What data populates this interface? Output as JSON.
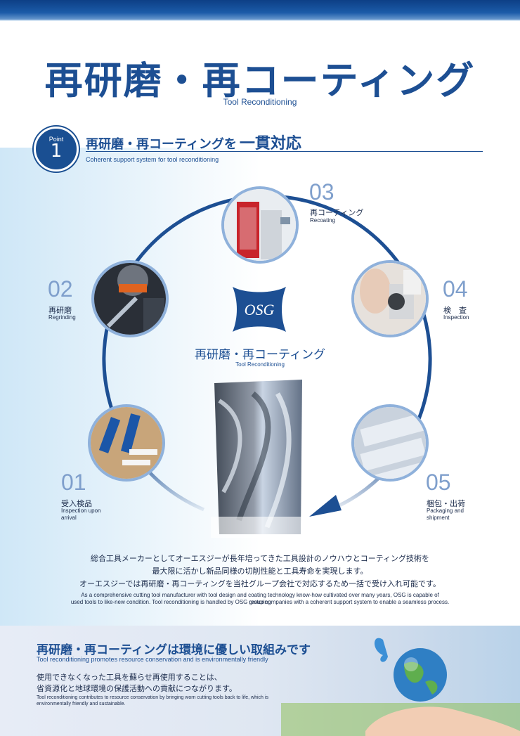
{
  "header": {
    "title": "再研磨・再コーティング",
    "subtitle": "Tool Reconditioning"
  },
  "point": {
    "label": "Point",
    "number": "1",
    "heading_prefix": "再研磨・再コーティングを",
    "heading_emphasis": "一貫対応",
    "subheading": "Coherent support system for tool reconditioning"
  },
  "cycle": {
    "center_logo": "OSG",
    "center_title": "再研磨・再コーティング",
    "center_subtitle": "Tool Reconditioning",
    "steps": [
      {
        "num": "01",
        "label": "受入検品",
        "label_en": "Inspection upon arrival"
      },
      {
        "num": "02",
        "label": "再研磨",
        "label_en": "Regrinding"
      },
      {
        "num": "03",
        "label": "再コーティング",
        "label_en": "Recoating"
      },
      {
        "num": "04",
        "label": "検　査",
        "label_en": "Inspection"
      },
      {
        "num": "05",
        "label": "梱包・出荷",
        "label_en": "Packaging and shipment"
      }
    ]
  },
  "description": {
    "jp_lines": [
      "総合工具メーカーとしてオーエスジーが長年培ってきた工具設計のノウハウとコーティング技術を",
      "最大限に活かし新品同様の切削性能と工具寿命を実現します。",
      "オーエスジーでは再研磨・再コーティングを当社グループ会社で対応するため一括で受け入れ可能です。"
    ],
    "en_lines": [
      "As a comprehensive cutting tool manufacturer with tool design and coating technology know-how cultivated over many years, OSG is capable of restoring",
      "used tools to like-new condition. Tool reconditioning is handled by OSG group companies with a coherent support system to enable a seamless process."
    ]
  },
  "eco": {
    "title": "再研磨・再コーティングは環境に優しい取組みです",
    "subtitle": "Tool reconditioning promotes resource conservation and is environmentally friendly",
    "jp_lines": [
      "使用できなくなった工具を蘇らせ再使用することは、",
      "省資源化と地球環境の保護活動への貢献につながります。"
    ],
    "en_lines": [
      "Tool reconditioning contributes to resource conservation by bringing worn cutting tools back to life, which is",
      "environmentally friendly and sustainable."
    ]
  },
  "colors": {
    "brand": "#1d4f93",
    "number": "#7f9fcc",
    "ring": "#8fb1db"
  }
}
